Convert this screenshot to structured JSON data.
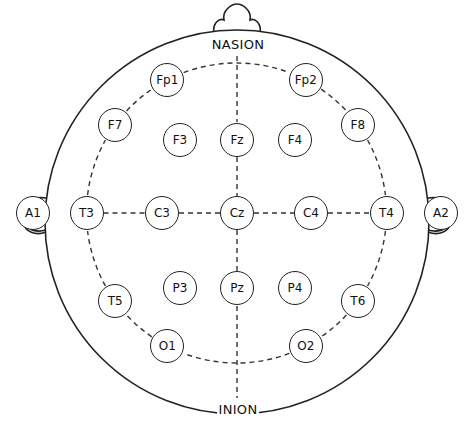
{
  "diagram": {
    "nodes": [
      {
        "text": [
          "Fp1"
        ]
      },
      {
        "text": [
          "Fp2"
        ]
      },
      {
        "text": [
          "F7"
        ]
      },
      {
        "text": [
          "F3"
        ]
      },
      {
        "text": [
          "Fz"
        ]
      },
      {
        "text": [
          "F4"
        ]
      },
      {
        "text": [
          "F8"
        ]
      },
      {
        "text": [
          "A1"
        ]
      },
      {
        "text": [
          "T3"
        ]
      },
      {
        "text": [
          "C3"
        ]
      },
      {
        "text": [
          "Cz"
        ]
      },
      {
        "text": [
          "C4"
        ]
      },
      {
        "text": [
          "T4"
        ]
      },
      {
        "text": [
          "A2"
        ]
      },
      {
        "text": [
          "T5"
        ]
      },
      {
        "text": [
          "P3"
        ]
      },
      {
        "text": [
          "Pz"
        ]
      },
      {
        "text": [
          "P4"
        ]
      },
      {
        "text": [
          "T6"
        ]
      },
      {
        "text": [
          "O1"
        ]
      },
      {
        "text": [
          "O2"
        ]
      }
    ],
    "edges": [
      {
        "from": 0,
        "to": 1,
        "arrow": "none"
      },
      {
        "from": 1,
        "to": 6,
        "arrow": "none"
      },
      {
        "from": 6,
        "to": 12,
        "arrow": "none"
      },
      {
        "from": 12,
        "to": 18,
        "arrow": "none"
      },
      {
        "from": 18,
        "to": 20,
        "arrow": "none"
      },
      {
        "from": 20,
        "to": 19,
        "arrow": "none"
      },
      {
        "from": 19,
        "to": 14,
        "arrow": "none"
      },
      {
        "from": 14,
        "to": 8,
        "arrow": "none"
      },
      {
        "from": 8,
        "to": 2,
        "arrow": "none"
      },
      {
        "from": 2,
        "to": 0,
        "arrow": "none"
      },
      {
        "from": 8,
        "to": 9,
        "arrow": "none"
      },
      {
        "from": 9,
        "to": 10,
        "arrow": "none"
      },
      {
        "from": 10,
        "to": 11,
        "arrow": "none"
      },
      {
        "from": 11,
        "to": 12,
        "arrow": "none"
      },
      {
        "from": 4,
        "to": 10,
        "arrow": "none"
      },
      {
        "from": 10,
        "to": 16,
        "arrow": "none"
      }
    ],
    "labels": [
      "NASION",
      "INION"
    ]
  }
}
